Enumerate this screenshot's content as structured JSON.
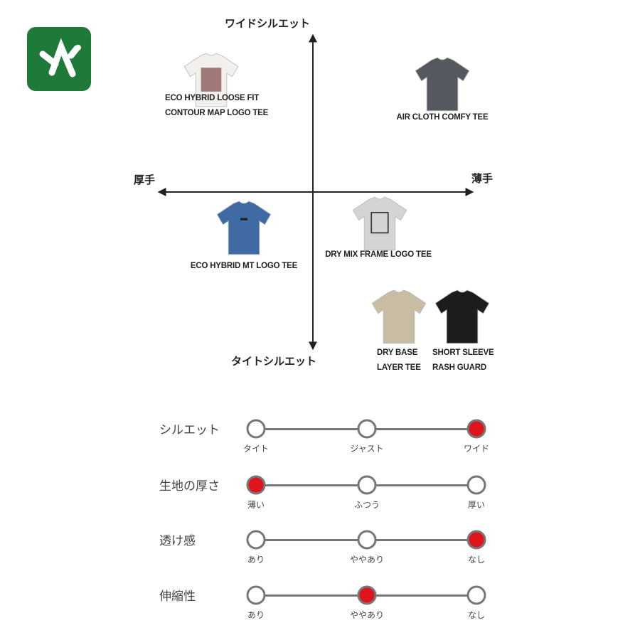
{
  "logo": {
    "name": "yamap-logo",
    "color": "#1f7a3a"
  },
  "axes": {
    "top": "ワイドシルエット",
    "bottom": "タイトシルエット",
    "left": "厚手",
    "right": "薄手"
  },
  "products": [
    {
      "name": "ECO HYBRID LOOSE FIT",
      "name2": "CONTOUR MAP LOGO  TEE",
      "color": "#f2f0ec"
    },
    {
      "name": "AIR CLOTH COMFY TEE",
      "color": "#55595f"
    },
    {
      "name": "ECO HYBRID MT LOGO TEE",
      "color": "#3f6aa3"
    },
    {
      "name": "DRY MIX FRAME LOGO TEE",
      "color": "#d4d4d4"
    },
    {
      "name": "DRY BASE",
      "name2": "LAYER TEE",
      "color": "#c8bca2"
    },
    {
      "name": "SHORT SLEEVE",
      "name2": "RASH GUARD",
      "color": "#1c1c1c"
    }
  ],
  "scales": [
    {
      "label": "シルエット",
      "options": [
        "タイト",
        "ジャスト",
        "ワイド"
      ],
      "selected": 2
    },
    {
      "label": "生地の厚さ",
      "options": [
        "薄い",
        "ふつう",
        "厚い"
      ],
      "selected": 0
    },
    {
      "label": "透け感",
      "options": [
        "あり",
        "ややあり",
        "なし"
      ],
      "selected": 2
    },
    {
      "label": "伸縮性",
      "options": [
        "あり",
        "ややあり",
        "なし"
      ],
      "selected": 1
    }
  ],
  "accent": "#e0141c"
}
